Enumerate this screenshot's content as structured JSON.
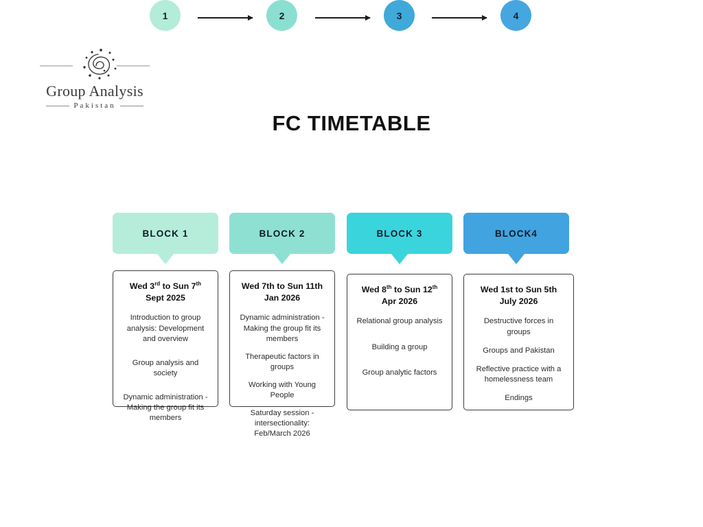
{
  "logo": {
    "mark": "spiral-galaxy-mark",
    "name": "Group Analysis",
    "subtitle": "Pakistan"
  },
  "title": "FC TIMETABLE",
  "flow": {
    "steps": [
      {
        "number": "1",
        "color": "#b3ecd9"
      },
      {
        "number": "2",
        "color": "#8adfd1"
      },
      {
        "number": "3",
        "color": "#3fa9d9"
      },
      {
        "number": "4",
        "color": "#46a6e0"
      }
    ],
    "arrow_color": "#1b1b1b"
  },
  "blocks": [
    {
      "banner_label": "BLOCK 1",
      "color": "#b5edda",
      "date": "Wed 3<sup>rd</sup> to Sun 7<sup>th</sup> Sept 2025",
      "date_plain": "Wed 3rd to Sun 7th Sept 2025",
      "items": [
        "Introduction to group analysis: Development and overview",
        "Group analysis and society",
        "Dynamic administration - Making the group fit its members"
      ]
    },
    {
      "banner_label": "BLOCK 2",
      "color": "#8ee0d2",
      "date": "Wed 7th to Sun 11th Jan 2026",
      "date_plain": "Wed 7th to Sun 11th Jan 2026",
      "items": [
        "Dynamic administration - Making the group fit its members",
        "Therapeutic factors in groups",
        "Working with Young People",
        "Saturday session - intersectionality: Feb/March 2026"
      ]
    },
    {
      "banner_label": "BLOCK 3",
      "color": "#3ad4dd",
      "date": "Wed 8<sup>th</sup> to Sun 12<sup>th</sup> Apr 2026",
      "date_plain": "Wed 8th to Sun 12th Apr 2026",
      "items": [
        "Relational group analysis",
        "Building a group",
        "Group analytic factors"
      ]
    },
    {
      "banner_label": "BLOCK4",
      "color": "#41a3e0",
      "date": "Wed 1st to Sun 5th July 2026",
      "date_plain": "Wed 1st to Sun 5th July 2026",
      "items": [
        "Destructive forces in groups",
        "Groups and Pakistan",
        "Reflective practice with a homelessness team",
        "Endings"
      ]
    }
  ]
}
